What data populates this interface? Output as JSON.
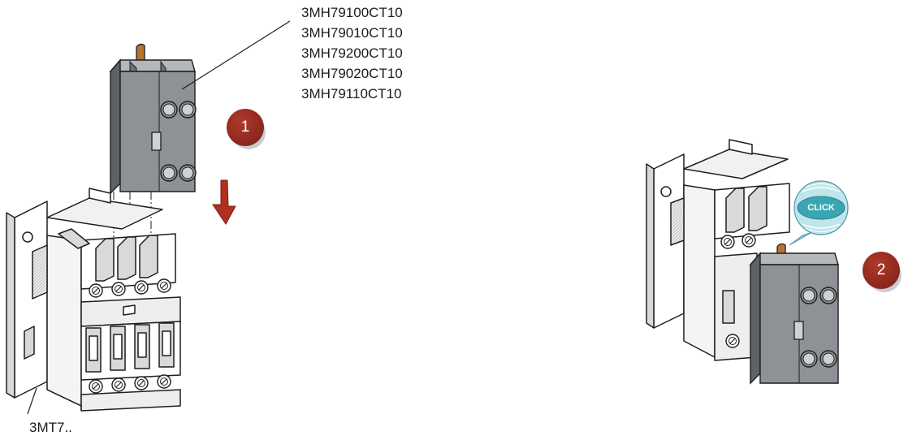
{
  "part_numbers": [
    "3MH79100CT10",
    "3MH79010CT10",
    "3MH79200CT10",
    "3MH79020CT10",
    "3MH79110CT10"
  ],
  "contactor_label": "3MT7..",
  "steps": [
    {
      "label": "1"
    },
    {
      "label": "2"
    }
  ],
  "click_callout": "CLICK",
  "colors": {
    "badge": "#8b2a20",
    "auxiliary_block": "#8e9196",
    "click_bubble": "#3aa6b2",
    "arrow": "#b0301f",
    "contactor": "#ffffff",
    "outline": "#1e1e1e"
  }
}
